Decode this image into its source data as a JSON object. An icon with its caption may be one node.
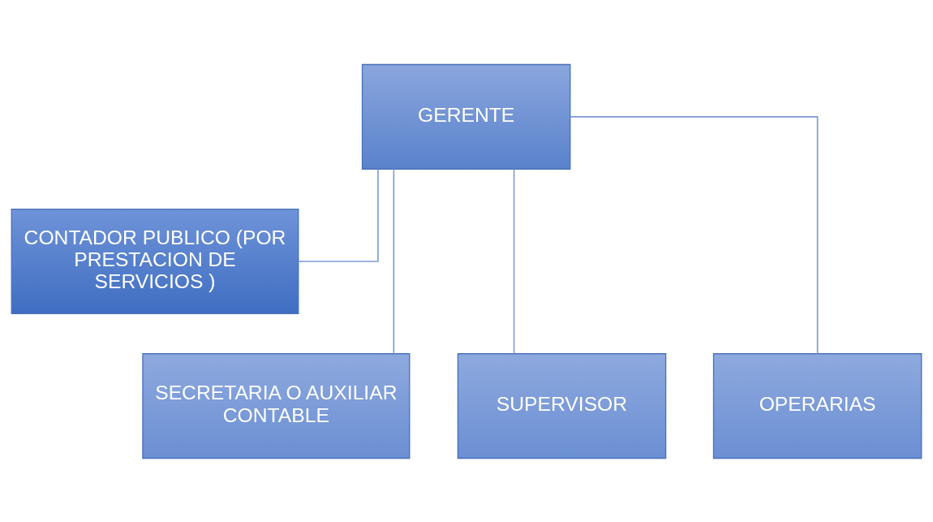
{
  "diagram": {
    "nodes": [
      {
        "text": [
          "GERENTE"
        ]
      },
      {
        "text": [
          "CONTADOR PUBLICO (POR PRESTACION DE SERVICIOS )"
        ]
      },
      {
        "text": [
          "SECRETARIA O AUXILIAR CONTABLE"
        ]
      },
      {
        "text": [
          "SUPERVISOR"
        ]
      },
      {
        "text": [
          "OPERARIAS"
        ]
      }
    ],
    "edges": [
      {
        "from": 0,
        "to": 1,
        "arrow": "none"
      },
      {
        "from": 0,
        "to": 2,
        "arrow": "none"
      },
      {
        "from": 0,
        "to": 3,
        "arrow": "none"
      },
      {
        "from": 0,
        "to": 4,
        "arrow": "none"
      }
    ]
  }
}
